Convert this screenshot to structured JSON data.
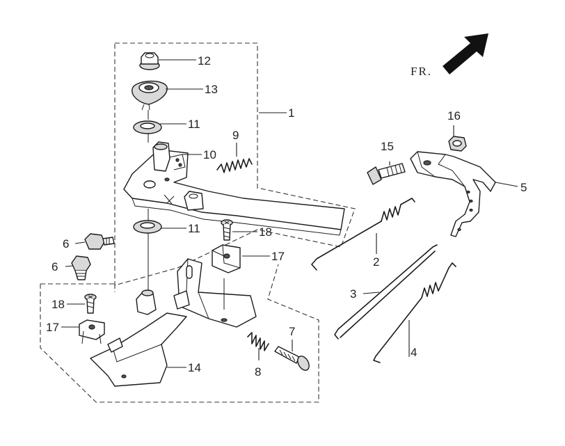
{
  "direction_label": "FR.",
  "callouts": {
    "p1": "1",
    "p2": "2",
    "p3": "3",
    "p4": "4",
    "p5": "5",
    "p6a": "6",
    "p6b": "6",
    "p7": "7",
    "p8": "8",
    "p9": "9",
    "p10": "10",
    "p11a": "11",
    "p11b": "11",
    "p12": "12",
    "p13": "13",
    "p14": "14",
    "p15": "15",
    "p16": "16",
    "p17a": "17",
    "p17b": "17",
    "p18a": "18",
    "p18b": "18"
  },
  "icons": {
    "direction_arrow": "arrow-up-right-icon"
  }
}
